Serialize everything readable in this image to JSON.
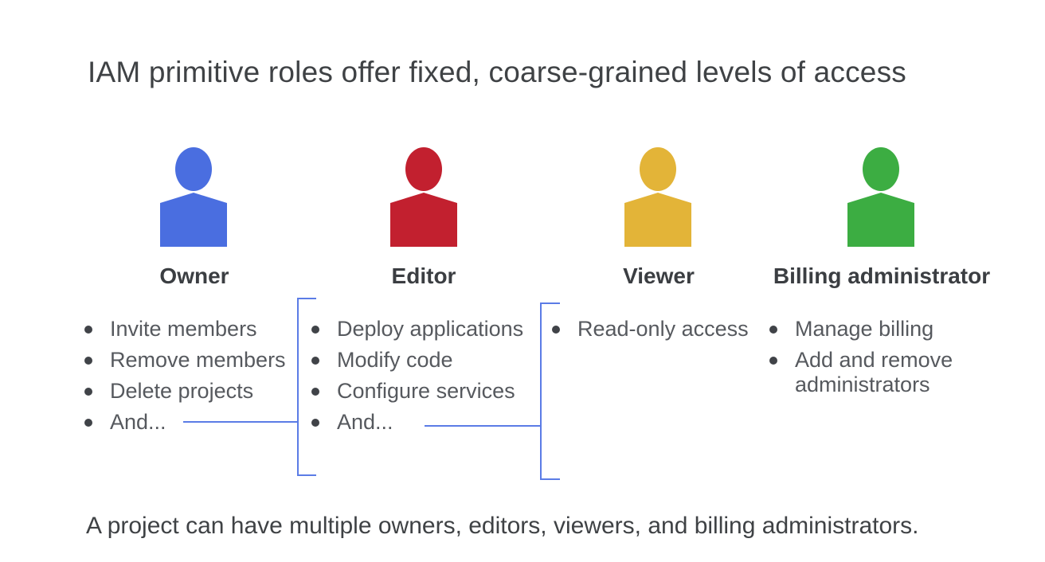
{
  "title": "IAM primitive roles offer fixed, coarse-grained levels of access",
  "caption": "A project can have multiple owners, editors, viewers, and billing administrators.",
  "colors": {
    "owner": "#4a6ee0",
    "editor": "#c2202f",
    "viewer": "#e3b438",
    "billing_admin": "#3cad42",
    "connector_line": "#5b7ce6",
    "heading_text": "#3f4245",
    "list_text": "#56595e"
  },
  "roles": [
    {
      "name": "Owner",
      "items": [
        "Invite members",
        "Remove members",
        "Delete projects",
        "And..."
      ]
    },
    {
      "name": "Editor",
      "items": [
        "Deploy applications",
        "Modify code",
        "Configure services",
        "And..."
      ]
    },
    {
      "name": "Viewer",
      "items": [
        "Read-only access"
      ]
    },
    {
      "name": "Billing administrator",
      "items": [
        "Manage billing",
        "Add and remove administrators"
      ]
    }
  ]
}
